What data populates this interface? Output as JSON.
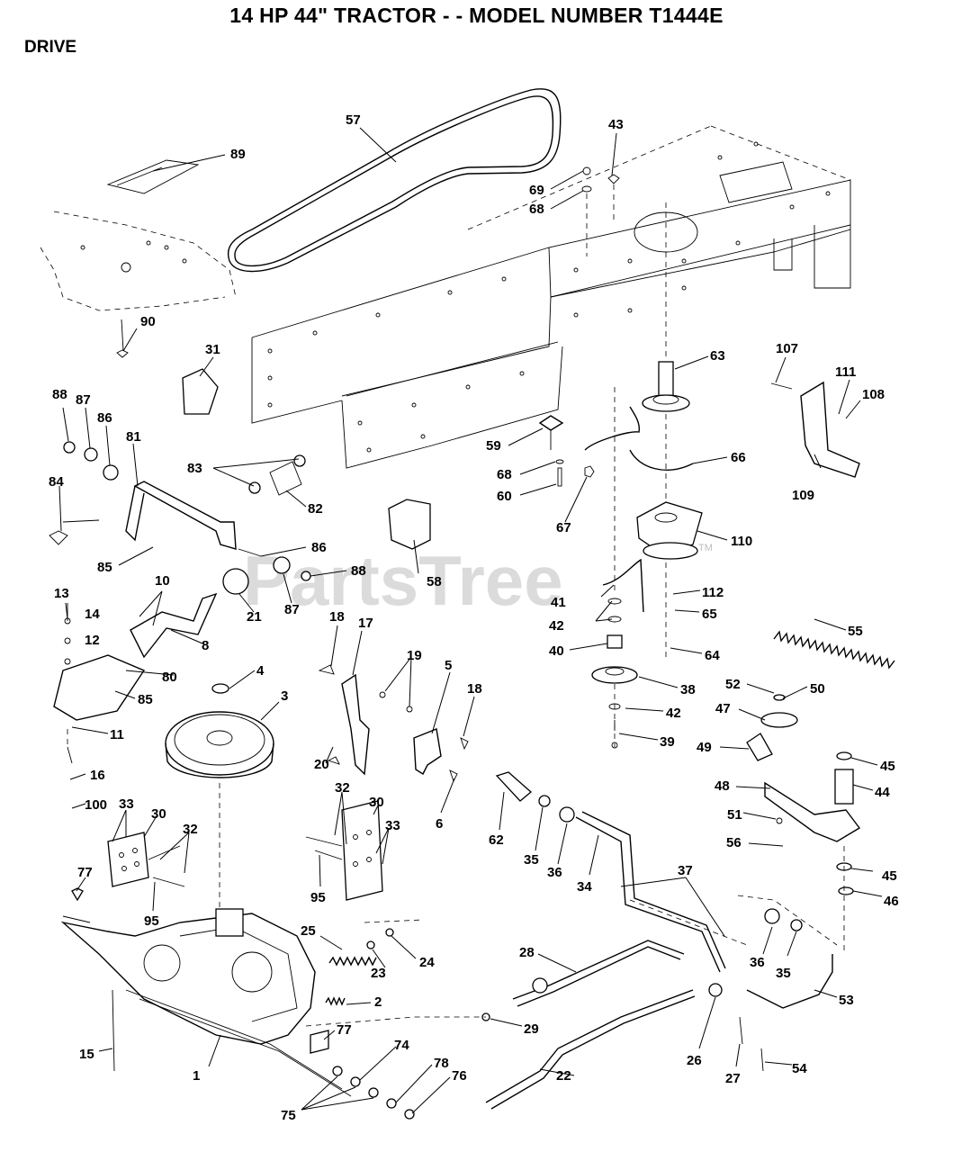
{
  "header": {
    "title": "14 HP 44\" TRACTOR - - MODEL NUMBER T1444E",
    "section": "DRIVE"
  },
  "watermark": {
    "text": "PartsTree",
    "trademark": "TM"
  },
  "callouts": [
    "57",
    "89",
    "43",
    "69",
    "68",
    "90",
    "31",
    "63",
    "107",
    "111",
    "108",
    "88",
    "87",
    "86",
    "81",
    "83",
    "82",
    "59",
    "68",
    "60",
    "66",
    "67",
    "109",
    "84",
    "85",
    "86",
    "88",
    "87",
    "21",
    "58",
    "110",
    "13",
    "10",
    "14",
    "12",
    "8",
    "41",
    "112",
    "42",
    "65",
    "40",
    "64",
    "55",
    "80",
    "85",
    "4",
    "18",
    "17",
    "19",
    "5",
    "18",
    "3",
    "38",
    "42",
    "39",
    "50",
    "52",
    "47",
    "49",
    "45",
    "11",
    "16",
    "100",
    "33",
    "30",
    "32",
    "20",
    "6",
    "44",
    "62",
    "35",
    "36",
    "48",
    "51",
    "56",
    "34",
    "37",
    "32",
    "30",
    "33",
    "77",
    "95",
    "95",
    "45",
    "46",
    "25",
    "24",
    "23",
    "28",
    "36",
    "35",
    "2",
    "53",
    "29",
    "77",
    "15",
    "1",
    "74",
    "78",
    "76",
    "22",
    "26",
    "27",
    "54",
    "75"
  ]
}
